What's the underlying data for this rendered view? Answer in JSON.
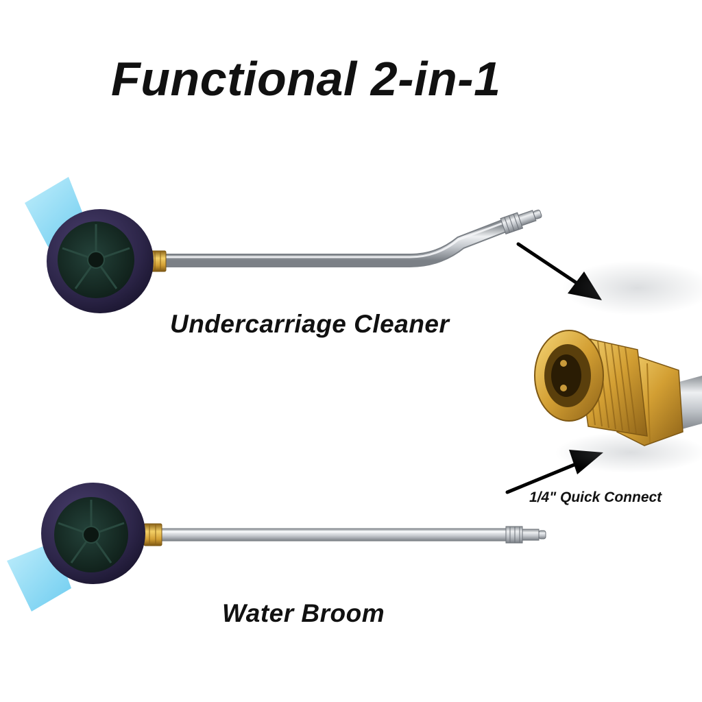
{
  "headline": "Functional 2-in-1",
  "products": {
    "undercarriage": {
      "label": "Undercarriage Cleaner"
    },
    "broom": {
      "label": "Water Broom"
    }
  },
  "connector": {
    "label": "1/4\" Quick Connect"
  },
  "colors": {
    "background": "#ffffff",
    "text": "#111111",
    "head_shell": "#2c2548",
    "head_face": "#152a22",
    "wand_steel": "#c5c9ce",
    "brass": "#d4a43a",
    "spray": "#8ed8f3"
  }
}
